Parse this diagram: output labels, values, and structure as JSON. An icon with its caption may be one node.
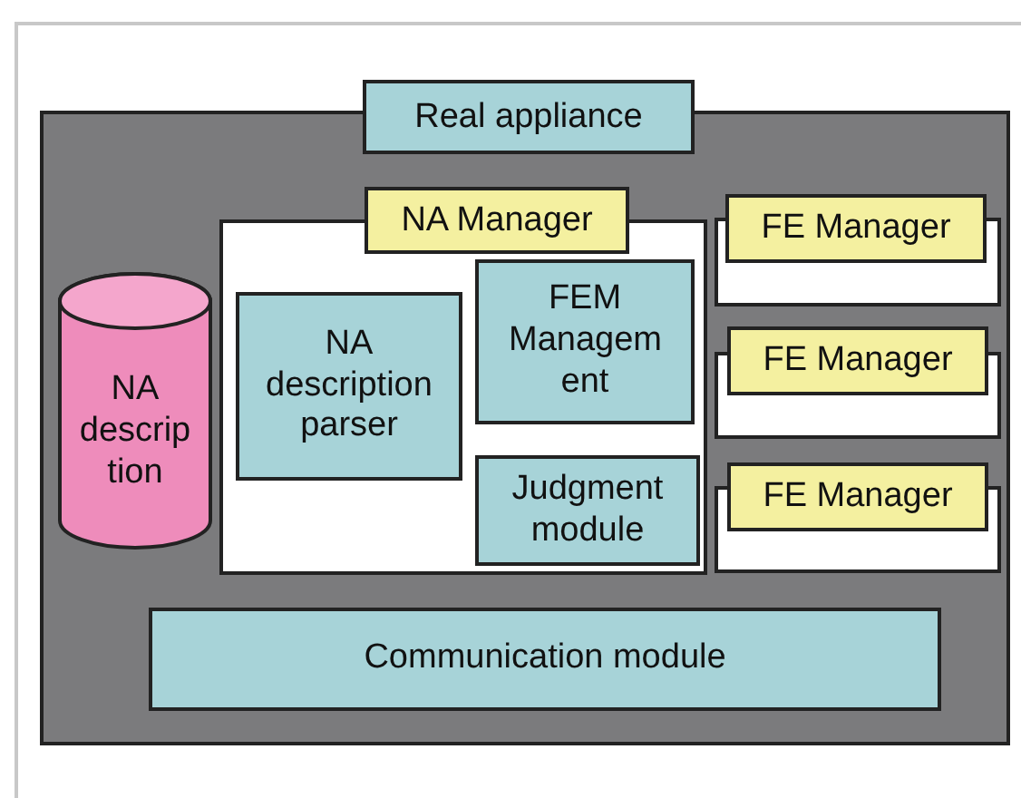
{
  "diagram": {
    "nodes": [
      {
        "text": [
          "Real appliance"
        ]
      },
      {
        "text": [
          "NA descrip tion"
        ],
        "in": 0
      },
      {
        "text": [
          "NA Manager"
        ],
        "in": 0
      },
      {
        "text": [
          "NA description parser"
        ],
        "in": 2
      },
      {
        "text": [
          "FEM Managem ent"
        ],
        "in": 2
      },
      {
        "text": [
          "Judgment module"
        ],
        "in": 2
      },
      {
        "text": [
          "FE Manager"
        ],
        "in": 0
      },
      {
        "text": [
          "FE Manager"
        ],
        "in": 0
      },
      {
        "text": [
          "FE Manager"
        ],
        "in": 0
      },
      {
        "text": [
          "Communication module"
        ],
        "in": 0
      }
    ]
  }
}
